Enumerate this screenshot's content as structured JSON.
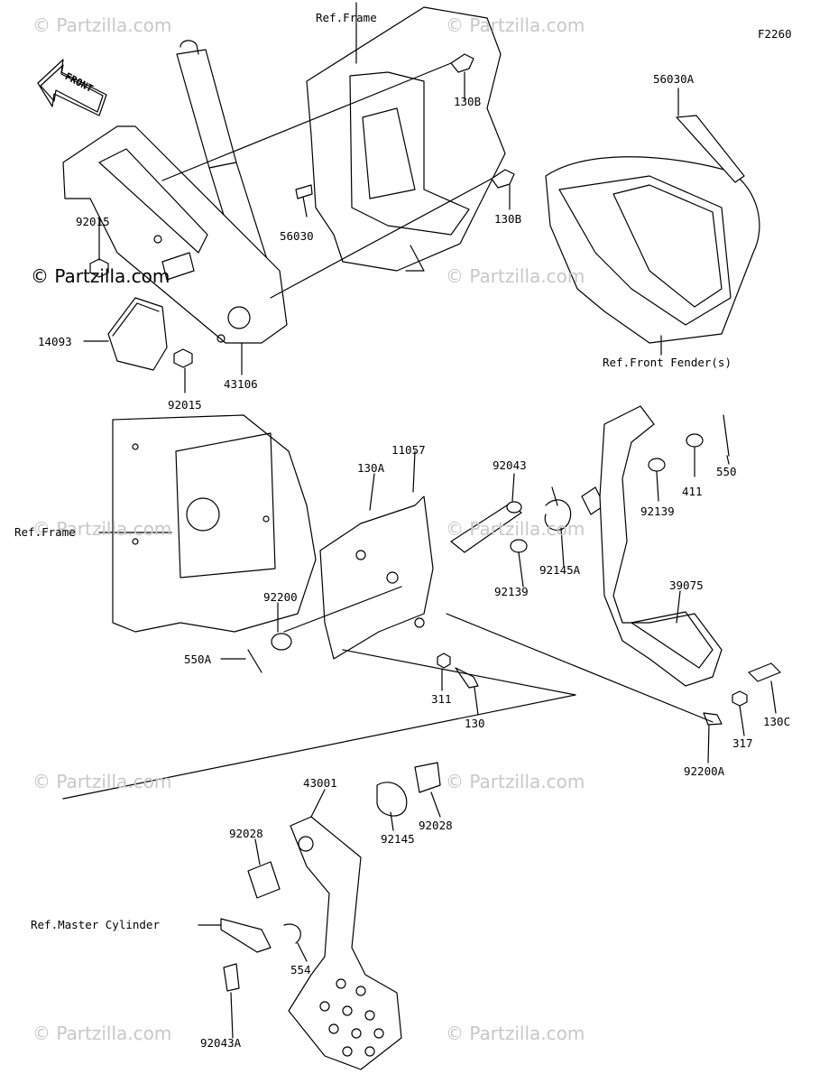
{
  "figure_code": "F2260",
  "front_arrow_label": "FRONT",
  "watermarks": {
    "faint": "© Partzilla.com",
    "dark": "© Partzilla.com"
  },
  "reference_labels": {
    "ref_frame_top": "Ref.Frame",
    "ref_frame_left": "Ref.Frame",
    "ref_front_fenders": "Ref.Front Fender(s)",
    "ref_master_cylinder": "Ref.Master Cylinder"
  },
  "part_labels": {
    "p130B_top": "130B",
    "p130B_mid": "130B",
    "p56030A": "56030A",
    "p92015_top": "92015",
    "p92015_bottom": "92015",
    "p56030": "56030",
    "p14093": "14093",
    "p43106": "43106",
    "p11057": "11057",
    "p130A": "130A",
    "p92043": "92043",
    "p550": "550",
    "p411": "411",
    "p92139_right": "92139",
    "p92145A": "92145A",
    "p92139_mid": "92139",
    "p39075": "39075",
    "p92200": "92200",
    "p550A": "550A",
    "p311": "311",
    "p130": "130",
    "p130C": "130C",
    "p317": "317",
    "p92200A": "92200A",
    "p43001": "43001",
    "p92028_left": "92028",
    "p92028_right": "92028",
    "p92145": "92145",
    "p554": "554",
    "p92043A": "92043A"
  }
}
